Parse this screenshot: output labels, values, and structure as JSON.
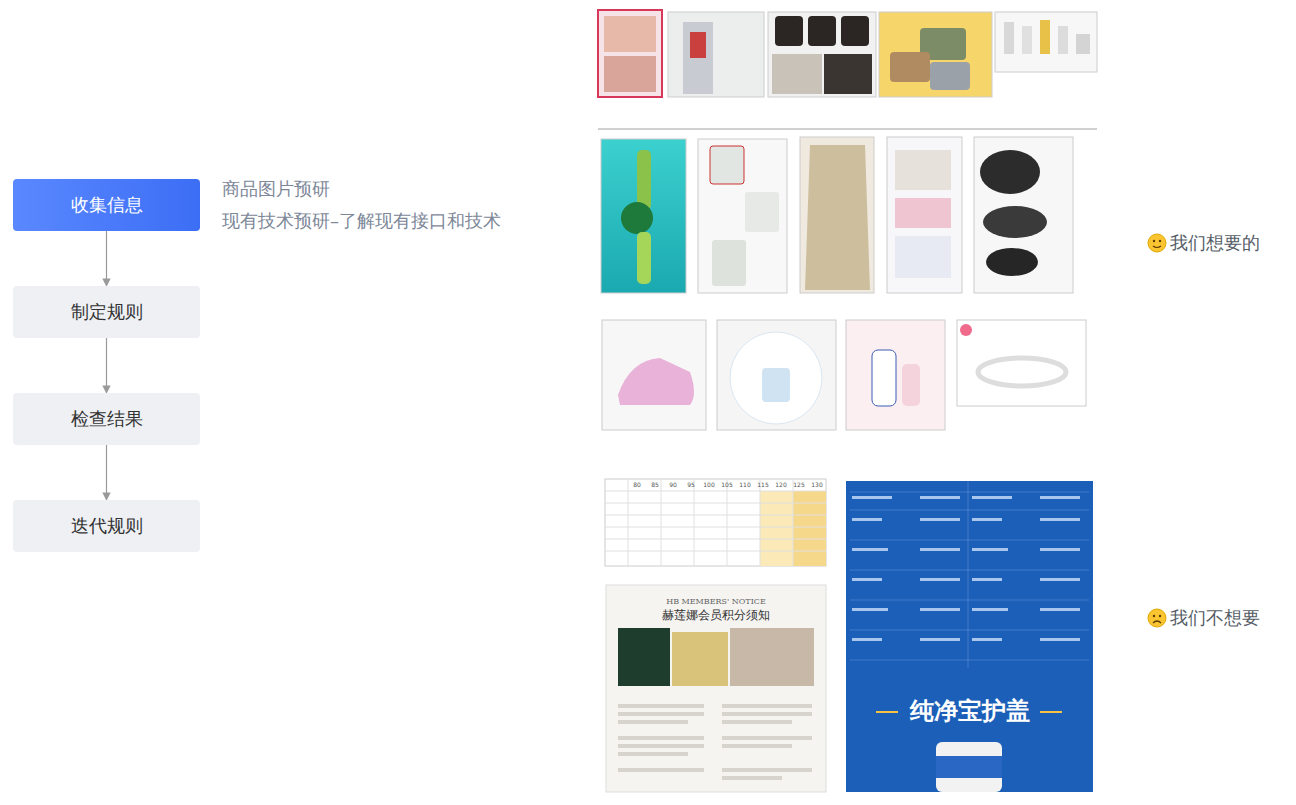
{
  "diagram": {
    "nodes": [
      {
        "text": [
          "收集信息"
        ]
      },
      {
        "text": [
          "制定规则"
        ]
      },
      {
        "text": [
          "检查结果"
        ]
      },
      {
        "text": [
          "迭代规则"
        ]
      }
    ],
    "edges": [
      {
        "from": 0,
        "to": 1,
        "arrow": "to"
      },
      {
        "from": 1,
        "to": 2,
        "arrow": "to"
      },
      {
        "from": 2,
        "to": 3,
        "arrow": "to"
      }
    ],
    "labels": [
      "商品图片预研",
      "现有技术预研–了解现有接口和技术",
      "我们想要的",
      "我们不想要",
      "HB MEMBERS' NOTICE",
      "赫莲娜会员积分须知",
      "纯净宝护盖",
      "80",
      "85",
      "90",
      "95",
      "100",
      "105",
      "110",
      "115",
      "120",
      "125",
      "130"
    ]
  }
}
